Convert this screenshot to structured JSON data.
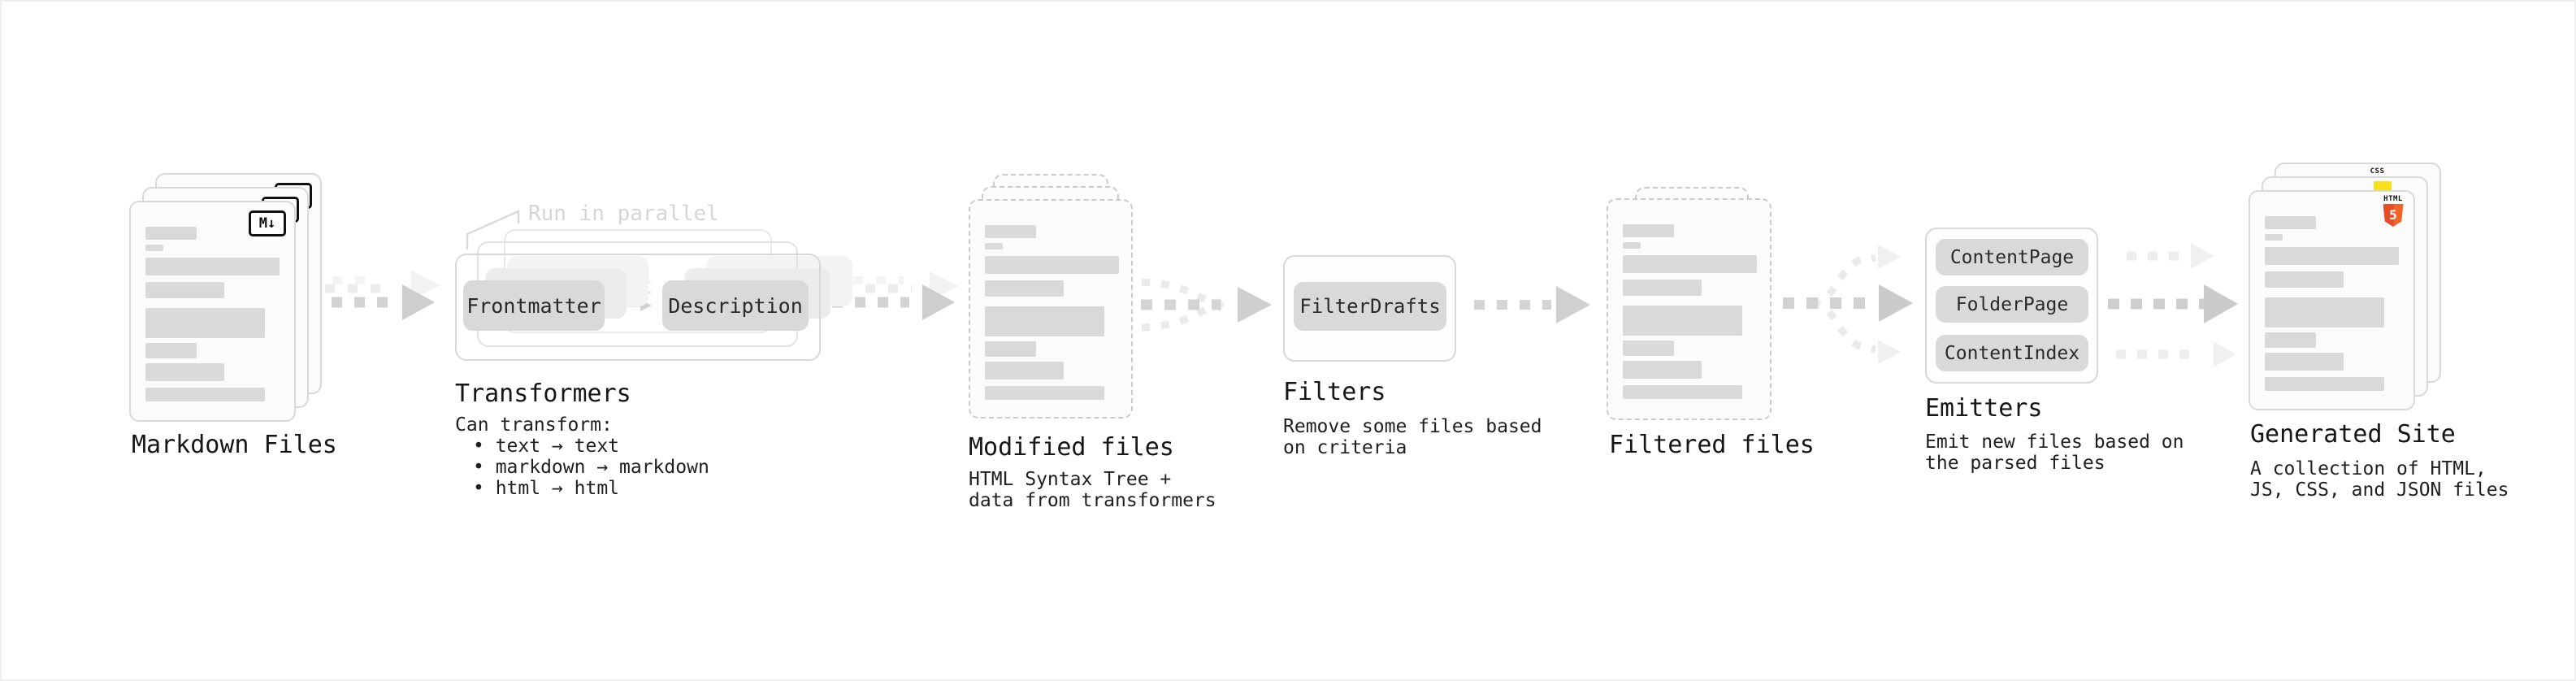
{
  "markdown_files": {
    "label": "Markdown Files",
    "file_badge": "M↓"
  },
  "transformers": {
    "note": "Run in parallel",
    "pill_left": "Frontmatter",
    "pill_right": "Description",
    "label": "Transformers",
    "desc_title": "Can transform:",
    "bullets": [
      "• text → text",
      "• markdown → markdown",
      "• html → html"
    ]
  },
  "modified_files": {
    "label": "Modified files",
    "desc_lines": [
      "HTML Syntax Tree +",
      "data from transformers"
    ]
  },
  "filters": {
    "pill": "FilterDrafts",
    "label": "Filters",
    "desc_lines": [
      "Remove some files based",
      "on criteria"
    ]
  },
  "filtered_files": {
    "label": "Filtered files"
  },
  "emitters": {
    "pills": [
      "ContentPage",
      "FolderPage",
      "ContentIndex"
    ],
    "label": "Emitters",
    "desc_lines": [
      "Emit new files based on",
      "the parsed files"
    ]
  },
  "generated_site": {
    "label": "Generated Site",
    "desc_lines": [
      "A collection of HTML,",
      "JS, CSS, and JSON files"
    ],
    "css_badge": "CSS",
    "html_badge_text": "HTML",
    "html_badge_number": "5"
  },
  "colors": {
    "html5_orange": "#e44d26",
    "html5_orange_light": "#f16529",
    "js_yellow": "#f7df1e",
    "css_blue": "#2d65f2",
    "skeleton_gray": "#d9d9d9",
    "arrow_gray": "#d3d3d3",
    "faded_text_gray": "#d6d6d6"
  }
}
